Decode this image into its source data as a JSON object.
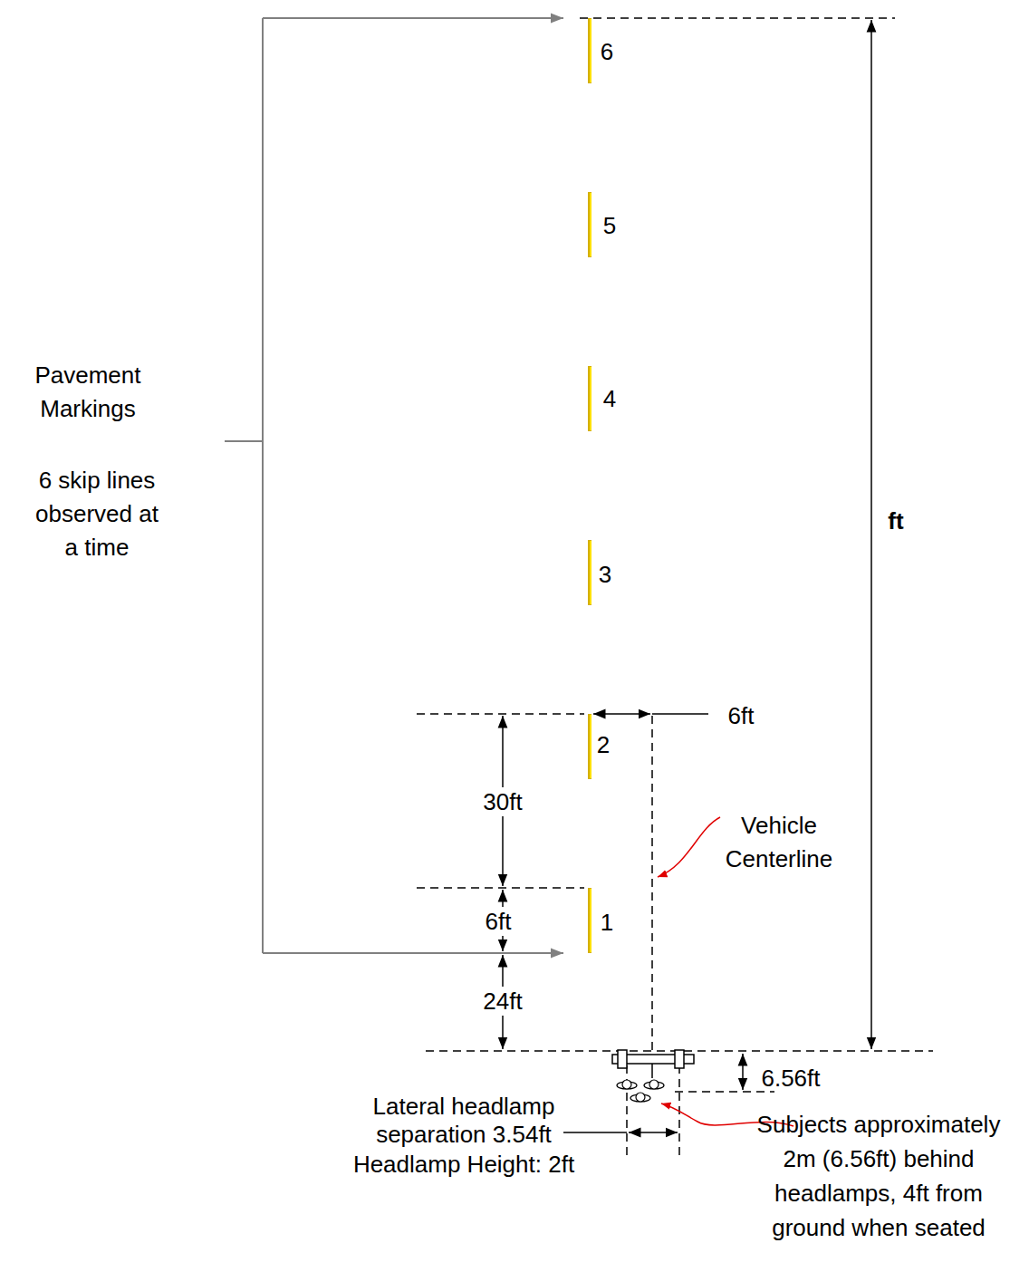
{
  "diagram": {
    "labels": [
      "6",
      "5",
      "4",
      "3",
      "2",
      "1",
      "Pavement Markings",
      "6 skip lines observed at a time",
      "ft",
      "6ft",
      "30ft",
      "6ft",
      "24ft",
      "Vehicle Centerline",
      "6.56ft",
      "Lateral headlamp separation 3.54ft",
      "Headlamp Height: 2ft",
      "Subjects approximately 2m (6.56ft) behind headlamps, 4ft from ground when seated"
    ]
  }
}
